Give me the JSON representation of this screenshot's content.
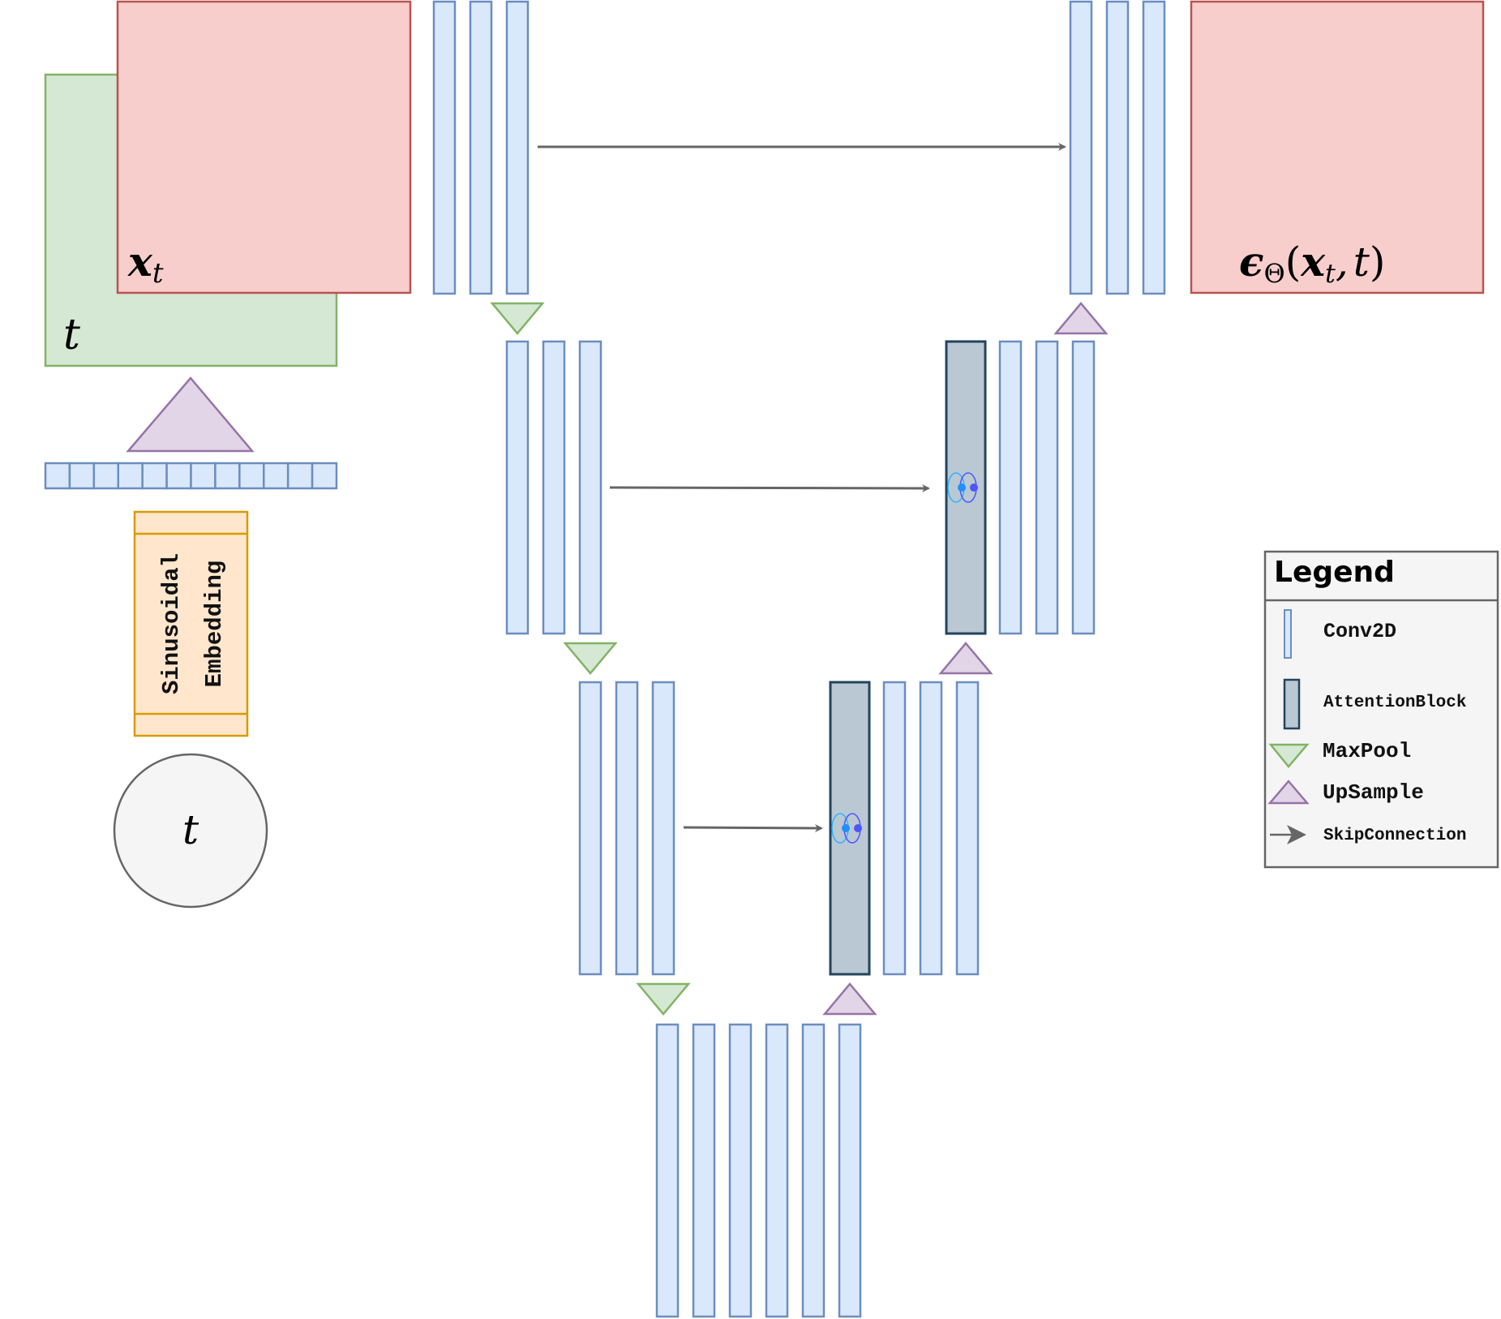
{
  "colors": {
    "conv_fill": "#dae8fc",
    "conv_stroke": "#6c8ebf",
    "attention_fill": "#bac8d3",
    "attention_stroke": "#23445d",
    "maxpool_fill": "#d5e8d4",
    "maxpool_stroke": "#82b366",
    "upsample_fill": "#e1d5e7",
    "upsample_stroke": "#9673a6",
    "input_fill": "#f8cecc",
    "input_stroke": "#b85450",
    "time_fill": "#d5e8d4",
    "time_stroke": "#82b366",
    "embedding_fill": "#ffe6cc",
    "embedding_stroke": "#d79b00",
    "arrow": "#666666",
    "legend_fill": "#f5f5f5",
    "legend_stroke": "#666666",
    "circle_fill": "#f5f5f5",
    "circle_stroke": "#666666"
  },
  "inputs": {
    "time_plane_label": "t",
    "image_plane_label_main": "x",
    "image_plane_label_sub": "t",
    "timestep_node_label": "t",
    "embedding_label_line1": "Sinusoidal",
    "embedding_label_line2": "Embedding",
    "embedding_vector_cells": 12
  },
  "output": {
    "label_eps": "ϵ",
    "label_theta": "Θ",
    "label_open": "(",
    "label_x": "x",
    "label_t_sub": "t",
    "label_comma": ",",
    "label_t": "t",
    "label_close": ")"
  },
  "unet": {
    "encoder": [
      {
        "level": 1,
        "conv_blocks": 3
      },
      {
        "level": 2,
        "conv_blocks": 3
      },
      {
        "level": 3,
        "conv_blocks": 3
      }
    ],
    "bottleneck": {
      "conv_blocks": 6
    },
    "decoder": [
      {
        "level": 3,
        "attention": true,
        "conv_blocks": 3
      },
      {
        "level": 2,
        "attention": true,
        "conv_blocks": 3
      },
      {
        "level": 1,
        "attention": false,
        "conv_blocks": 3
      }
    ],
    "skip_connections": 3
  },
  "legend": {
    "title": "Legend",
    "items": [
      {
        "icon": "conv2d-icon",
        "label": "Conv2D"
      },
      {
        "icon": "attention-block-icon",
        "label": "AttentionBlock"
      },
      {
        "icon": "maxpool-icon",
        "label": "MaxPool"
      },
      {
        "icon": "upsample-icon",
        "label": "UpSample"
      },
      {
        "icon": "skip-connection-icon",
        "label": "SkipConnection"
      }
    ]
  }
}
